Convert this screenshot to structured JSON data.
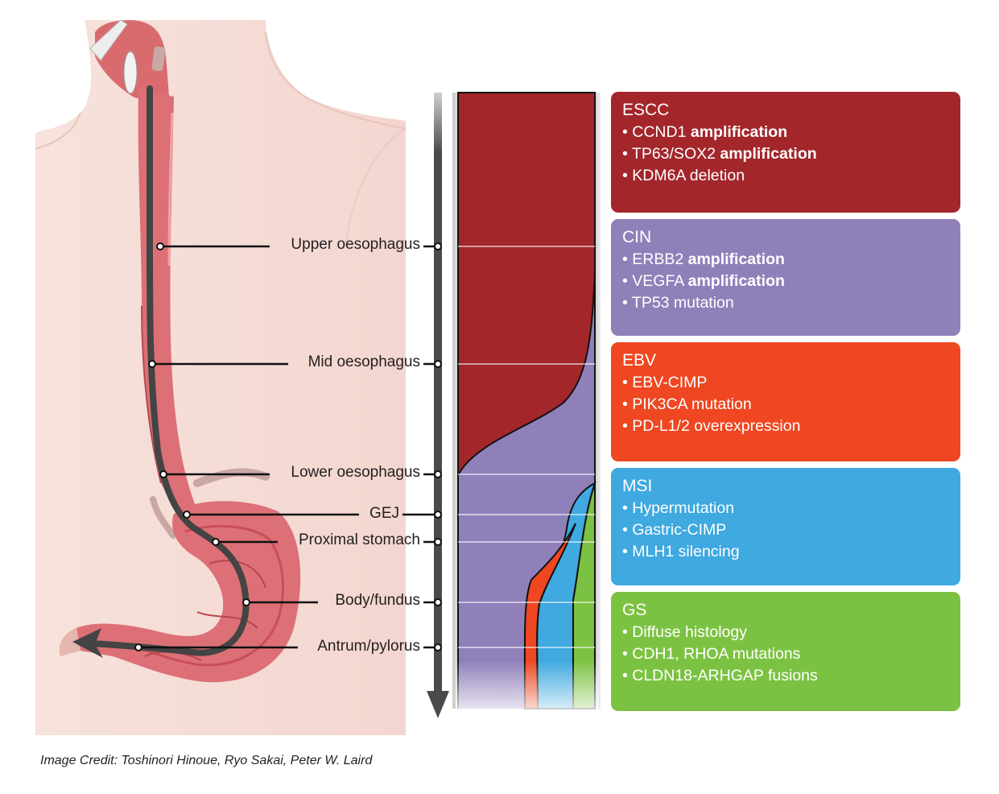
{
  "sites": [
    {
      "label": "Upper oesophagus"
    },
    {
      "label": "Mid oesophagus"
    },
    {
      "label": "Lower oesophagus"
    },
    {
      "label": "GEJ"
    },
    {
      "label": "Proximal stomach"
    },
    {
      "label": "Body/fundus"
    },
    {
      "label": "Antrum/pylorus"
    }
  ],
  "subtypes": [
    {
      "title": "ESCC",
      "color": "#a3262b",
      "items": [
        {
          "pre": "CCND1 ",
          "bold": "amplification"
        },
        {
          "pre": "TP63/SOX2 ",
          "bold": "amplification"
        },
        {
          "pre": "KDM6A deletion",
          "bold": ""
        }
      ]
    },
    {
      "title": "CIN",
      "color": "#9080ba",
      "items": [
        {
          "pre": "ERBB2 ",
          "bold": "amplification"
        },
        {
          "pre": "VEGFA ",
          "bold": "amplification"
        },
        {
          "pre": "TP53 mutation",
          "bold": ""
        }
      ]
    },
    {
      "title": "EBV",
      "color": "#ee4722",
      "items": [
        {
          "pre": "EBV-CIMP",
          "bold": ""
        },
        {
          "pre": "PIK3CA mutation",
          "bold": ""
        },
        {
          "pre": "PD-L1/2 overexpression",
          "bold": ""
        }
      ]
    },
    {
      "title": "MSI",
      "color": "#3fa9e0",
      "items": [
        {
          "pre": "Hypermutation",
          "bold": ""
        },
        {
          "pre": "Gastric-CIMP",
          "bold": ""
        },
        {
          "pre": "MLH1 silencing",
          "bold": ""
        }
      ]
    },
    {
      "title": "GS",
      "color": "#7cc242",
      "items": [
        {
          "pre": "Diffuse histology",
          "bold": ""
        },
        {
          "pre": "CDH1, RHOA mutations",
          "bold": ""
        },
        {
          "pre": "CLDN18-ARHGAP fusions",
          "bold": ""
        }
      ]
    }
  ],
  "bullet": "•",
  "credit": "Image Credit: Toshinori Hinoue, Ryo Sakai, Peter W. Laird"
}
